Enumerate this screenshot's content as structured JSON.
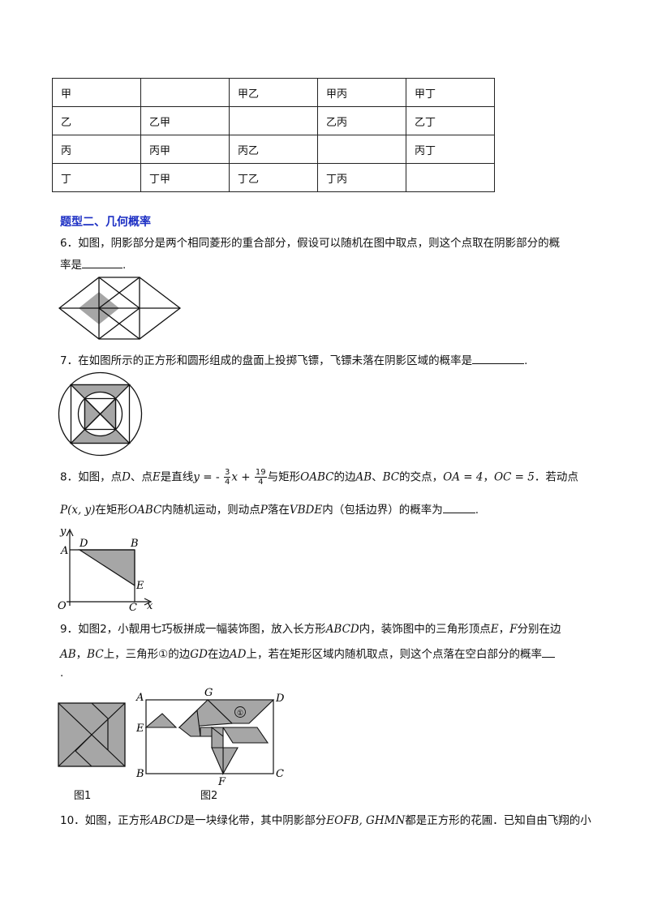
{
  "table": {
    "rows": [
      [
        "甲",
        "",
        "甲乙",
        "甲丙",
        "甲丁"
      ],
      [
        "乙",
        "乙甲",
        "",
        "乙丙",
        "乙丁"
      ],
      [
        "丙",
        "丙甲",
        "丙乙",
        "",
        "丙丁"
      ],
      [
        "丁",
        "丁甲",
        "丁乙",
        "丁丙",
        ""
      ]
    ]
  },
  "section_title": "题型二、几何概率",
  "q6": {
    "line1": "6．如图，阴影部分是两个相同菱形的重合部分，假设可以随机在图中取点，则这个点取在阴影部分的概",
    "line2_pre": "率是",
    "line2_post": "."
  },
  "q7": {
    "text": "7．在如图所示的正方形和圆形组成的盘面上投掷飞镖，飞镖未落在阴影区域的概率是",
    "post": "."
  },
  "q8": {
    "l1_a": "8．如图，点",
    "l1_D": "D",
    "l1_b": "、点",
    "l1_E": "E",
    "l1_c": "是直线",
    "eq_y": "y",
    "eq_eq": " = - ",
    "frac1_num": "3",
    "frac1_den": "4",
    "eq_x": "x",
    "eq_plus": " + ",
    "frac2_num": "19",
    "frac2_den": "4",
    "l1_d": "与矩形",
    "l1_OABC": "OABC",
    "l1_e": "的边",
    "l1_AB": "AB",
    "l1_f": "、",
    "l1_BC": "BC",
    "l1_g": "的交点，",
    "l1_OA": "OA = 4",
    "l1_h": "，",
    "l1_OC": "OC = 5",
    "l1_i": "．若动点",
    "l2_P": "P",
    "l2_xy": "(x, y)",
    "l2_a": "在矩形",
    "l2_OABC": "OABC",
    "l2_b": "内随机运动，则动点",
    "l2_P2": "P",
    "l2_c": "落在",
    "l2_tri": "VBDE",
    "l2_d": "内（包括边界）的概率为",
    "l2_e": "."
  },
  "q9": {
    "l1_a": "9．如图2，小靓用七巧板拼成一幅装饰图，放入长方形",
    "l1_ABCD": "ABCD",
    "l1_b": "内，装饰图中的三角形顶点",
    "l1_E": "E",
    "l1_c": "，",
    "l1_F": "F",
    "l1_d": "分别在边",
    "l2_AB": "AB",
    "l2_a": "，",
    "l2_BC": "BC",
    "l2_b": "上，三角形①的边",
    "l2_GD": "GD",
    "l2_c": "在边",
    "l2_AD": "AD",
    "l2_d": "上，若在矩形区域内随机取点，则这个点落在空白部分的概率",
    "l3": ".",
    "fig1_caption": "图1",
    "fig2_caption": "图2"
  },
  "q10": {
    "l1_a": "10．如图，正方形",
    "l1_ABCD": "ABCD",
    "l1_b": "是一块绿化带，其中阴影部分",
    "l1_EOFB": "EOFB, GHMN",
    "l1_c": "都是正方形的花圃．已知自由飞翔的小"
  },
  "fig8_labels": {
    "y": "y",
    "A": "A",
    "D": "D",
    "B": "B",
    "E": "E",
    "O": "O",
    "C": "C",
    "x": "x"
  },
  "fig9_labels": {
    "A": "A",
    "G": "G",
    "D": "D",
    "E": "E",
    "B": "B",
    "F": "F",
    "C": "C",
    "one": "①"
  },
  "colors": {
    "section": "#1c2fc4",
    "shade": "#a6a6a6"
  }
}
